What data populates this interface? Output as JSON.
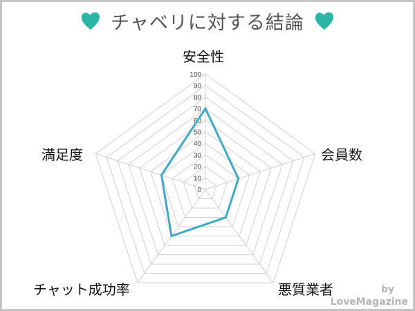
{
  "header": {
    "title": "チャベリに対する結論",
    "heart_color": "#2bb5a5"
  },
  "credit": {
    "by": "by",
    "name": "LoveMagazine"
  },
  "chart_data": {
    "type": "radar",
    "title": "チャベリに対する結論",
    "categories": [
      "安全性",
      "会員数",
      "悪質業者",
      "チャット成功率",
      "満足度"
    ],
    "series": [
      {
        "name": "チャベリ",
        "values": [
          70,
          30,
          30,
          50,
          40
        ],
        "color": "#3ea9c4"
      }
    ],
    "rlim": [
      0,
      100
    ],
    "ticks": [
      0,
      10,
      20,
      30,
      40,
      50,
      60,
      70,
      80,
      90,
      100
    ],
    "grid": true,
    "legend": "none"
  }
}
